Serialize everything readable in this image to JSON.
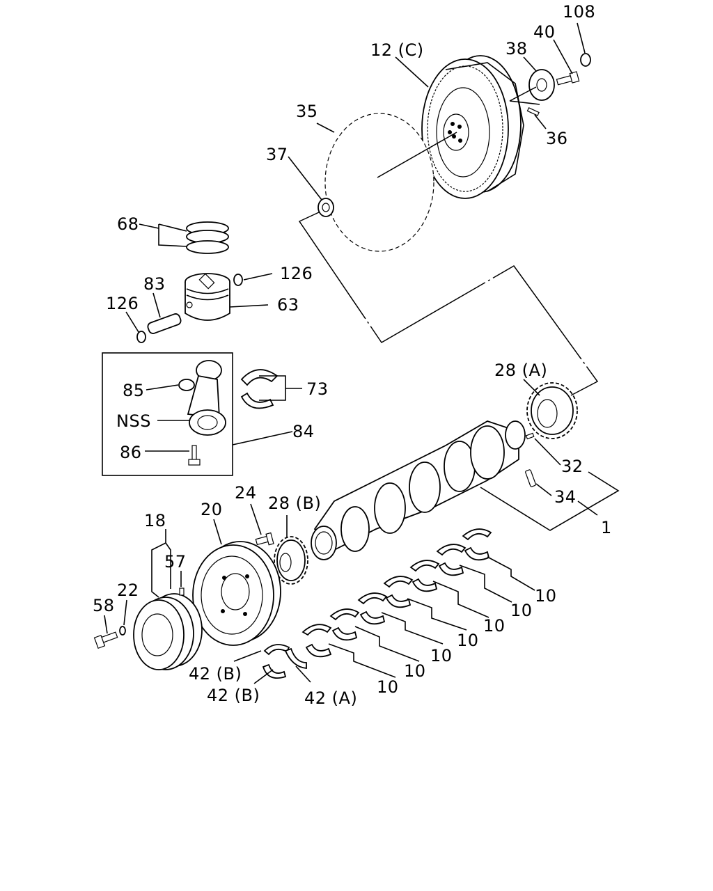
{
  "callouts": {
    "p108": "108",
    "p40": "40",
    "p38": "38",
    "p12c": "12 (C)",
    "p36": "36",
    "p35": "35",
    "p37": "37",
    "p68": "68",
    "p126a": "126",
    "p83": "83",
    "p126b": "126",
    "p63": "63",
    "p85": "85",
    "p73": "73",
    "pNSS": "NSS",
    "p84": "84",
    "p86": "86",
    "p28a": "28 (A)",
    "p32": "32",
    "p34": "34",
    "p1": "1",
    "p24": "24",
    "p28b": "28 (B)",
    "p20": "20",
    "p18": "18",
    "p57": "57",
    "p22": "22",
    "p58": "58",
    "p10a": "10",
    "p10b": "10",
    "p10c": "10",
    "p10d": "10",
    "p10e": "10",
    "p10f": "10",
    "p10g": "10",
    "p42b1": "42 (B)",
    "p42b2": "42 (B)",
    "p42a": "42 (A)"
  }
}
